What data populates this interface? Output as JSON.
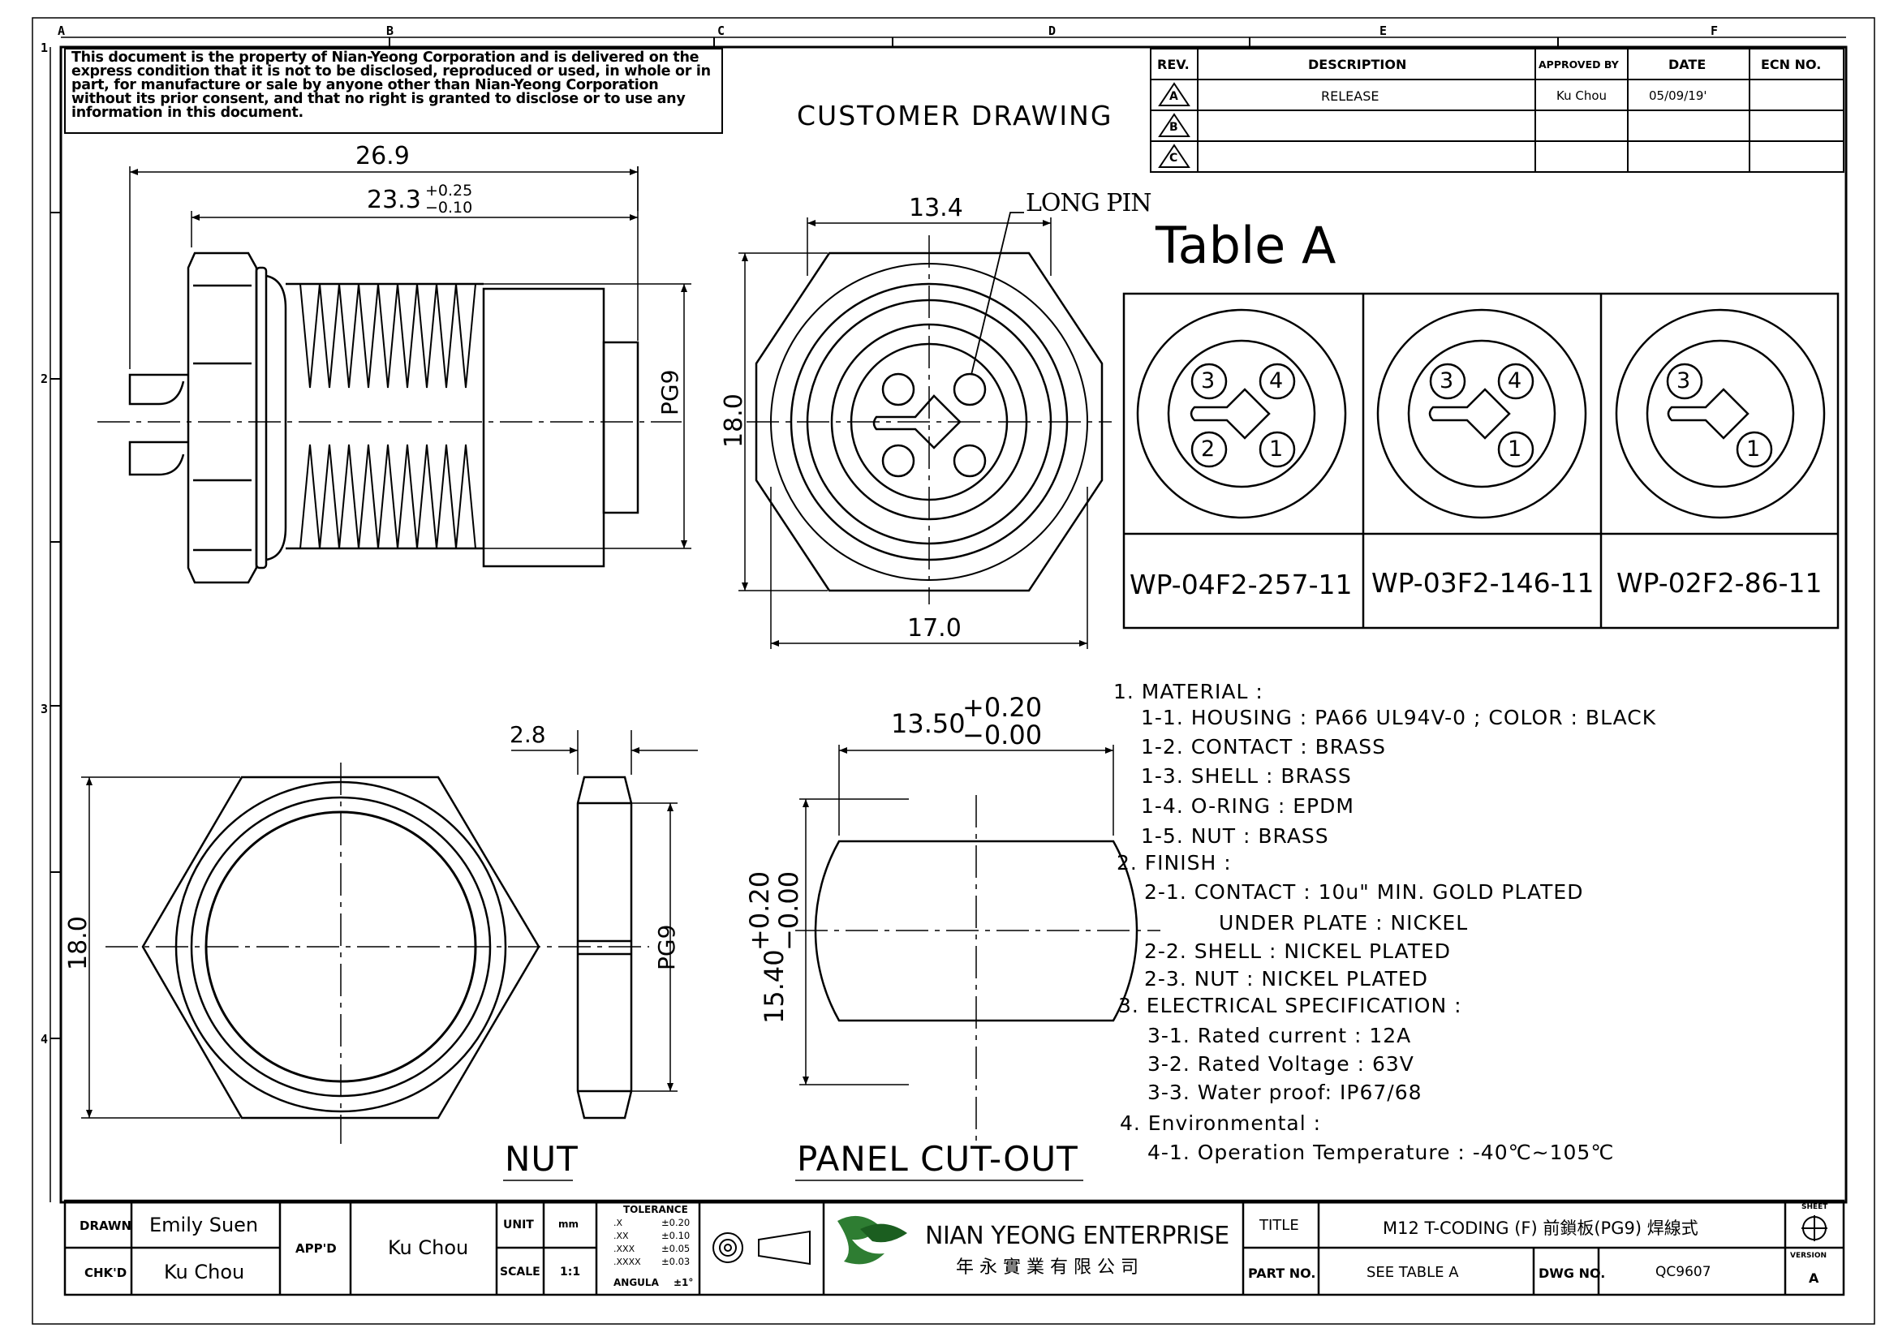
{
  "disclaimer": "This document is the property of Nian-Yeong Corporation and is delivered on the express condition that it is not to be disclosed, reproduced or used, in whole or in part, for manufacture or sale by anyone other than Nian-Yeong Corporation without its prior consent, and that no right is granted to disclose or to use any information in this document.",
  "header_title": "CUSTOMER DRAWING",
  "zones": {
    "cols": [
      "A",
      "B",
      "C",
      "D",
      "E",
      "F"
    ],
    "rows": [
      "1",
      "2",
      "3",
      "4"
    ]
  },
  "revision_table": {
    "headers": [
      "REV.",
      "DESCRIPTION",
      "APPROVED BY",
      "DATE",
      "ECN NO."
    ],
    "rows": [
      {
        "rev": "A",
        "description": "RELEASE",
        "approved_by": "Ku Chou",
        "date": "05/09/19'",
        "ecn": ""
      },
      {
        "rev": "B",
        "description": "",
        "approved_by": "",
        "date": "",
        "ecn": ""
      },
      {
        "rev": "C",
        "description": "",
        "approved_by": "",
        "date": "",
        "ecn": ""
      }
    ]
  },
  "dimensions": {
    "side_overall": "26.9",
    "side_thread_base": "23.3",
    "side_thread_plus": "+0.25",
    "side_thread_minus": "−0.10",
    "side_pg9": "PG9",
    "front_width": "13.4",
    "front_height": "18.0",
    "front_bottom": "17.0",
    "long_pin": "LONG PIN",
    "nut_thickness": "2.8",
    "nut_height": "18.0",
    "nut_pg9": "PG9",
    "cutout_width_base": "13.50",
    "cutout_width_plus": "+0.20",
    "cutout_width_minus": "−0.00",
    "cutout_height_base": "15.40",
    "cutout_height_plus": "+0.20",
    "cutout_height_minus": "−0.00"
  },
  "view_labels": {
    "nut": "NUT",
    "panel_cutout": "PANEL CUT-OUT"
  },
  "table_a": {
    "title": "Table A",
    "variants": [
      {
        "part": "WP-04F2-257-11",
        "pins": [
          "3",
          "4",
          "2",
          "1"
        ]
      },
      {
        "part": "WP-03F2-146-11",
        "pins": [
          "3",
          "4",
          "1"
        ]
      },
      {
        "part": "WP-02F2-86-11",
        "pins": [
          "3",
          "1"
        ]
      }
    ]
  },
  "front_view_pins": [
    "",
    "",
    "",
    ""
  ],
  "notes": [
    "1. MATERIAL :",
    "1-1. HOUSING : PA66 UL94V-0 ; COLOR : BLACK",
    "1-2. CONTACT : BRASS",
    "1-3. SHELL : BRASS",
    "1-4. O-RING : EPDM",
    "1-5. NUT : BRASS",
    "2. FINISH :",
    "2-1. CONTACT : 10u\" MIN. GOLD PLATED",
    "UNDER PLATE : NICKEL",
    "2-2. SHELL : NICKEL PLATED",
    "2-3. NUT : NICKEL PLATED",
    "3. ELECTRICAL SPECIFICATION :",
    "3-1. Rated current : 12A",
    "3-2. Rated Voltage : 63V",
    "3-3. Water proof: IP67/68",
    "4. Environmental :",
    "4-1. Operation Temperature : -40℃~105℃"
  ],
  "title_block": {
    "drawn_label": "DRAWN",
    "drawn_value": "Emily Suen",
    "chkd_label": "CHK'D",
    "chkd_value": "Ku Chou",
    "appd_label": "APP'D",
    "appd_value": "Ku Chou",
    "unit_label": "UNIT",
    "unit_value": "mm",
    "scale_label": "SCALE",
    "scale_value": "1:1",
    "tolerance_title": "TOLERANCE",
    "tolerance_rows": [
      {
        "k": ".X",
        "v": "±0.20"
      },
      {
        "k": ".XX",
        "v": "±0.10"
      },
      {
        "k": ".XXX",
        "v": "±0.05"
      },
      {
        "k": ".XXXX",
        "v": "±0.03"
      },
      {
        "k": "ANGULA",
        "v": "±1°"
      }
    ],
    "company_en": "NIAN YEONG ENTERPRISE",
    "company_zh": "年 永 實 業 有 限 公 司",
    "title_label": "TITLE",
    "title_value": "M12 T-CODING (F) 前鎖板(PG9) 焊線式",
    "partno_label": "PART NO.",
    "partno_value": "SEE TABLE A",
    "dwgno_label": "DWG NO.",
    "dwgno_value": "QC9607",
    "sheet_label": "SHEET",
    "version_label": "VERSION",
    "version_value": "A"
  },
  "colors": {
    "ink": "#000000",
    "logo_green": "#2e7d32",
    "logo_dark": "#1b5e20",
    "paper": "#ffffff"
  }
}
